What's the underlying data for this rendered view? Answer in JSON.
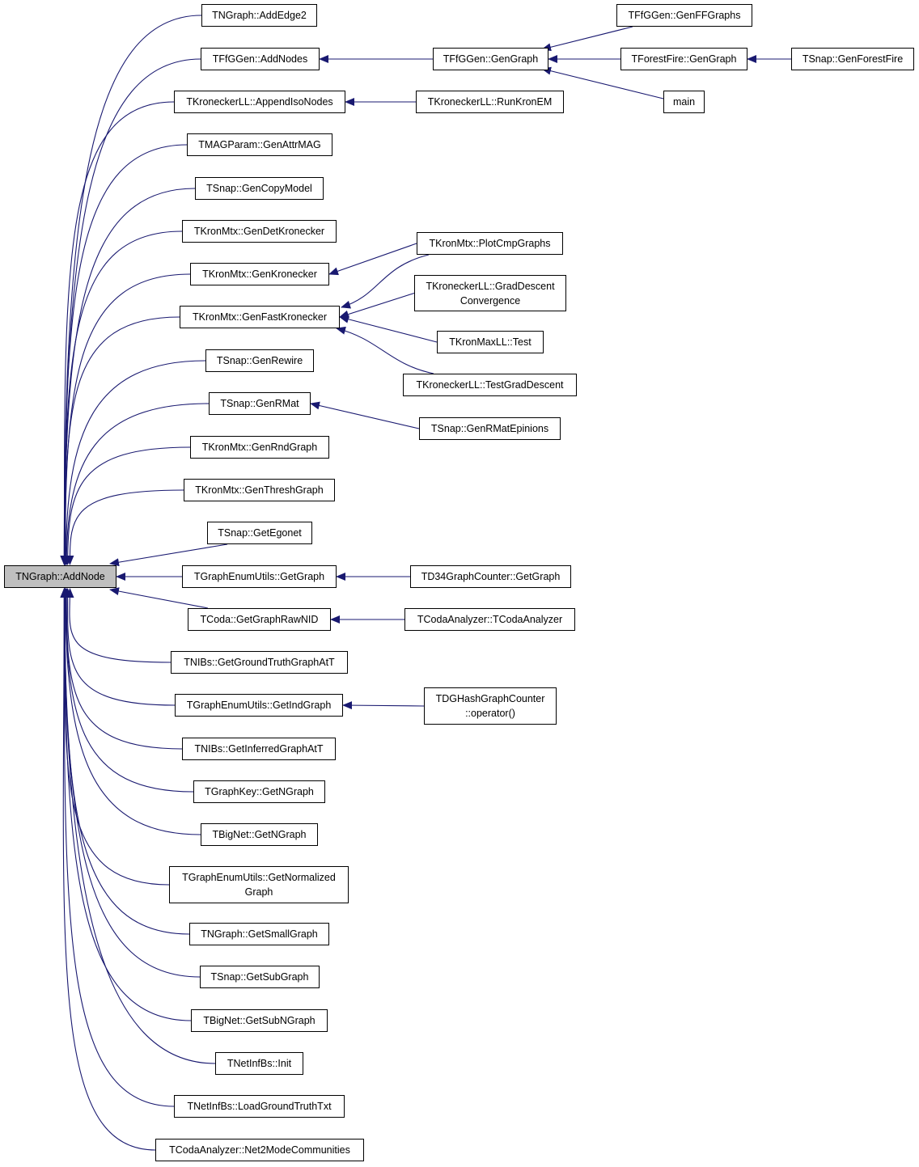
{
  "graph": {
    "edge_color": "#191970",
    "root_fill": "#bfbfbf",
    "nodes": [
      {
        "id": "root",
        "label": "TNGraph::AddNode",
        "root": true
      },
      {
        "id": "addedge2",
        "label": "TNGraph::AddEdge2"
      },
      {
        "id": "addnodes",
        "label": "TFfGGen::AddNodes"
      },
      {
        "id": "appendiso",
        "label": "TKroneckerLL::AppendIsoNodes"
      },
      {
        "id": "genattrmag",
        "label": "TMAGParam::GenAttrMAG"
      },
      {
        "id": "gencopymodel",
        "label": "TSnap::GenCopyModel"
      },
      {
        "id": "gendetkron",
        "label": "TKronMtx::GenDetKronecker"
      },
      {
        "id": "genkron",
        "label": "TKronMtx::GenKronecker"
      },
      {
        "id": "genfastkron",
        "label": "TKronMtx::GenFastKronecker"
      },
      {
        "id": "genrewire",
        "label": "TSnap::GenRewire"
      },
      {
        "id": "genrmat",
        "label": "TSnap::GenRMat"
      },
      {
        "id": "genrndgraph",
        "label": "TKronMtx::GenRndGraph"
      },
      {
        "id": "genthresh",
        "label": "TKronMtx::GenThreshGraph"
      },
      {
        "id": "getegonet",
        "label": "TSnap::GetEgonet"
      },
      {
        "id": "geugetgraph",
        "label": "TGraphEnumUtils::GetGraph"
      },
      {
        "id": "getgraphrawnid",
        "label": "TCoda::GetGraphRawNID"
      },
      {
        "id": "getgroundtruth",
        "label": "TNIBs::GetGroundTruthGraphAtT"
      },
      {
        "id": "getindgraph",
        "label": "TGraphEnumUtils::GetIndGraph"
      },
      {
        "id": "getinferred",
        "label": "TNIBs::GetInferredGraphAtT"
      },
      {
        "id": "graphkeygetn",
        "label": "TGraphKey::GetNGraph"
      },
      {
        "id": "bignetgetn",
        "label": "TBigNet::GetNGraph"
      },
      {
        "id": "getnormalized",
        "label": "TGraphEnumUtils::GetNormalized\nGraph"
      },
      {
        "id": "getsmall",
        "label": "TNGraph::GetSmallGraph"
      },
      {
        "id": "getsub",
        "label": "TSnap::GetSubGraph"
      },
      {
        "id": "getsubn",
        "label": "TBigNet::GetSubNGraph"
      },
      {
        "id": "init",
        "label": "TNetInfBs::Init"
      },
      {
        "id": "loadgt",
        "label": "TNetInfBs::LoadGroundTruthTxt"
      },
      {
        "id": "net2mode",
        "label": "TCodaAnalyzer::Net2ModeCommunities"
      },
      {
        "id": "ffggengengraph",
        "label": "TFfGGen::GenGraph"
      },
      {
        "id": "runkronem",
        "label": "TKroneckerLL::RunKronEM"
      },
      {
        "id": "plotcmp",
        "label": "TKronMtx::PlotCmpGraphs"
      },
      {
        "id": "graddescent",
        "label": "TKroneckerLL::GradDescent\nConvergence"
      },
      {
        "id": "kronmaxtest",
        "label": "TKronMaxLL::Test"
      },
      {
        "id": "testgrad",
        "label": "TKroneckerLL::TestGradDescent"
      },
      {
        "id": "genrmatep",
        "label": "TSnap::GenRMatEpinions"
      },
      {
        "id": "d34getgraph",
        "label": "TD34GraphCounter::GetGraph"
      },
      {
        "id": "codaanalyzer",
        "label": "TCodaAnalyzer::TCodaAnalyzer"
      },
      {
        "id": "dghash",
        "label": "TDGHashGraphCounter\n::operator()"
      },
      {
        "id": "genffgraphs",
        "label": "TFfGGen::GenFFGraphs"
      },
      {
        "id": "ffgengraph",
        "label": "TForestFire::GenGraph"
      },
      {
        "id": "main",
        "label": "main"
      },
      {
        "id": "genforestfire",
        "label": "TSnap::GenForestFire"
      }
    ],
    "edges": [
      [
        "addedge2",
        "root"
      ],
      [
        "addnodes",
        "root"
      ],
      [
        "appendiso",
        "root"
      ],
      [
        "genattrmag",
        "root"
      ],
      [
        "gencopymodel",
        "root"
      ],
      [
        "gendetkron",
        "root"
      ],
      [
        "genkron",
        "root"
      ],
      [
        "genfastkron",
        "root"
      ],
      [
        "genrewire",
        "root"
      ],
      [
        "genrmat",
        "root"
      ],
      [
        "genrndgraph",
        "root"
      ],
      [
        "genthresh",
        "root"
      ],
      [
        "getegonet",
        "root"
      ],
      [
        "geugetgraph",
        "root"
      ],
      [
        "getgraphrawnid",
        "root"
      ],
      [
        "getgroundtruth",
        "root"
      ],
      [
        "getindgraph",
        "root"
      ],
      [
        "getinferred",
        "root"
      ],
      [
        "graphkeygetn",
        "root"
      ],
      [
        "bignetgetn",
        "root"
      ],
      [
        "getnormalized",
        "root"
      ],
      [
        "getsmall",
        "root"
      ],
      [
        "getsub",
        "root"
      ],
      [
        "getsubn",
        "root"
      ],
      [
        "init",
        "root"
      ],
      [
        "loadgt",
        "root"
      ],
      [
        "net2mode",
        "root"
      ],
      [
        "ffggengengraph",
        "addnodes"
      ],
      [
        "runkronem",
        "appendiso"
      ],
      [
        "plotcmp",
        "genkron"
      ],
      [
        "plotcmp",
        "genfastkron"
      ],
      [
        "graddescent",
        "genfastkron"
      ],
      [
        "kronmaxtest",
        "genfastkron"
      ],
      [
        "testgrad",
        "genfastkron"
      ],
      [
        "genrmatep",
        "genrmat"
      ],
      [
        "d34getgraph",
        "geugetgraph"
      ],
      [
        "codaanalyzer",
        "getgraphrawnid"
      ],
      [
        "dghash",
        "getindgraph"
      ],
      [
        "genffgraphs",
        "ffggengengraph"
      ],
      [
        "ffgengraph",
        "ffggengengraph"
      ],
      [
        "main",
        "ffggengengraph"
      ],
      [
        "genforestfire",
        "ffgengraph"
      ]
    ]
  }
}
